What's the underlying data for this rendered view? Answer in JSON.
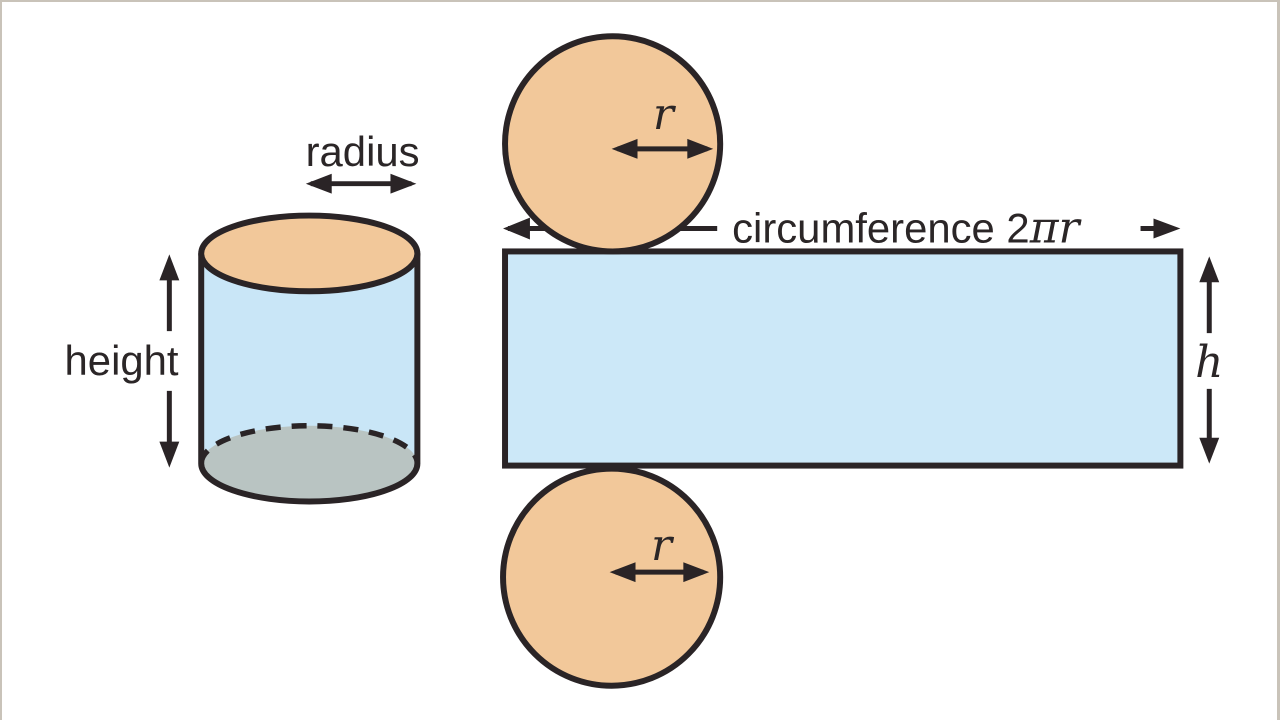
{
  "colors": {
    "background": "#ffffff",
    "frame": "#c9c3b9",
    "face": "#f2c89a",
    "surface": "#cce8f8",
    "body": "#c9e6f7",
    "base": "#b9c4c2",
    "stroke": "#2a2426",
    "text": "#2b2627"
  },
  "cylinder": {
    "radius_label": "radius",
    "height_label": "height"
  },
  "net": {
    "top_circle_label": "r",
    "bottom_circle_label": "r",
    "circumference_label": "circumference 2",
    "circumference_symbol": "πr",
    "height_label": "h"
  }
}
